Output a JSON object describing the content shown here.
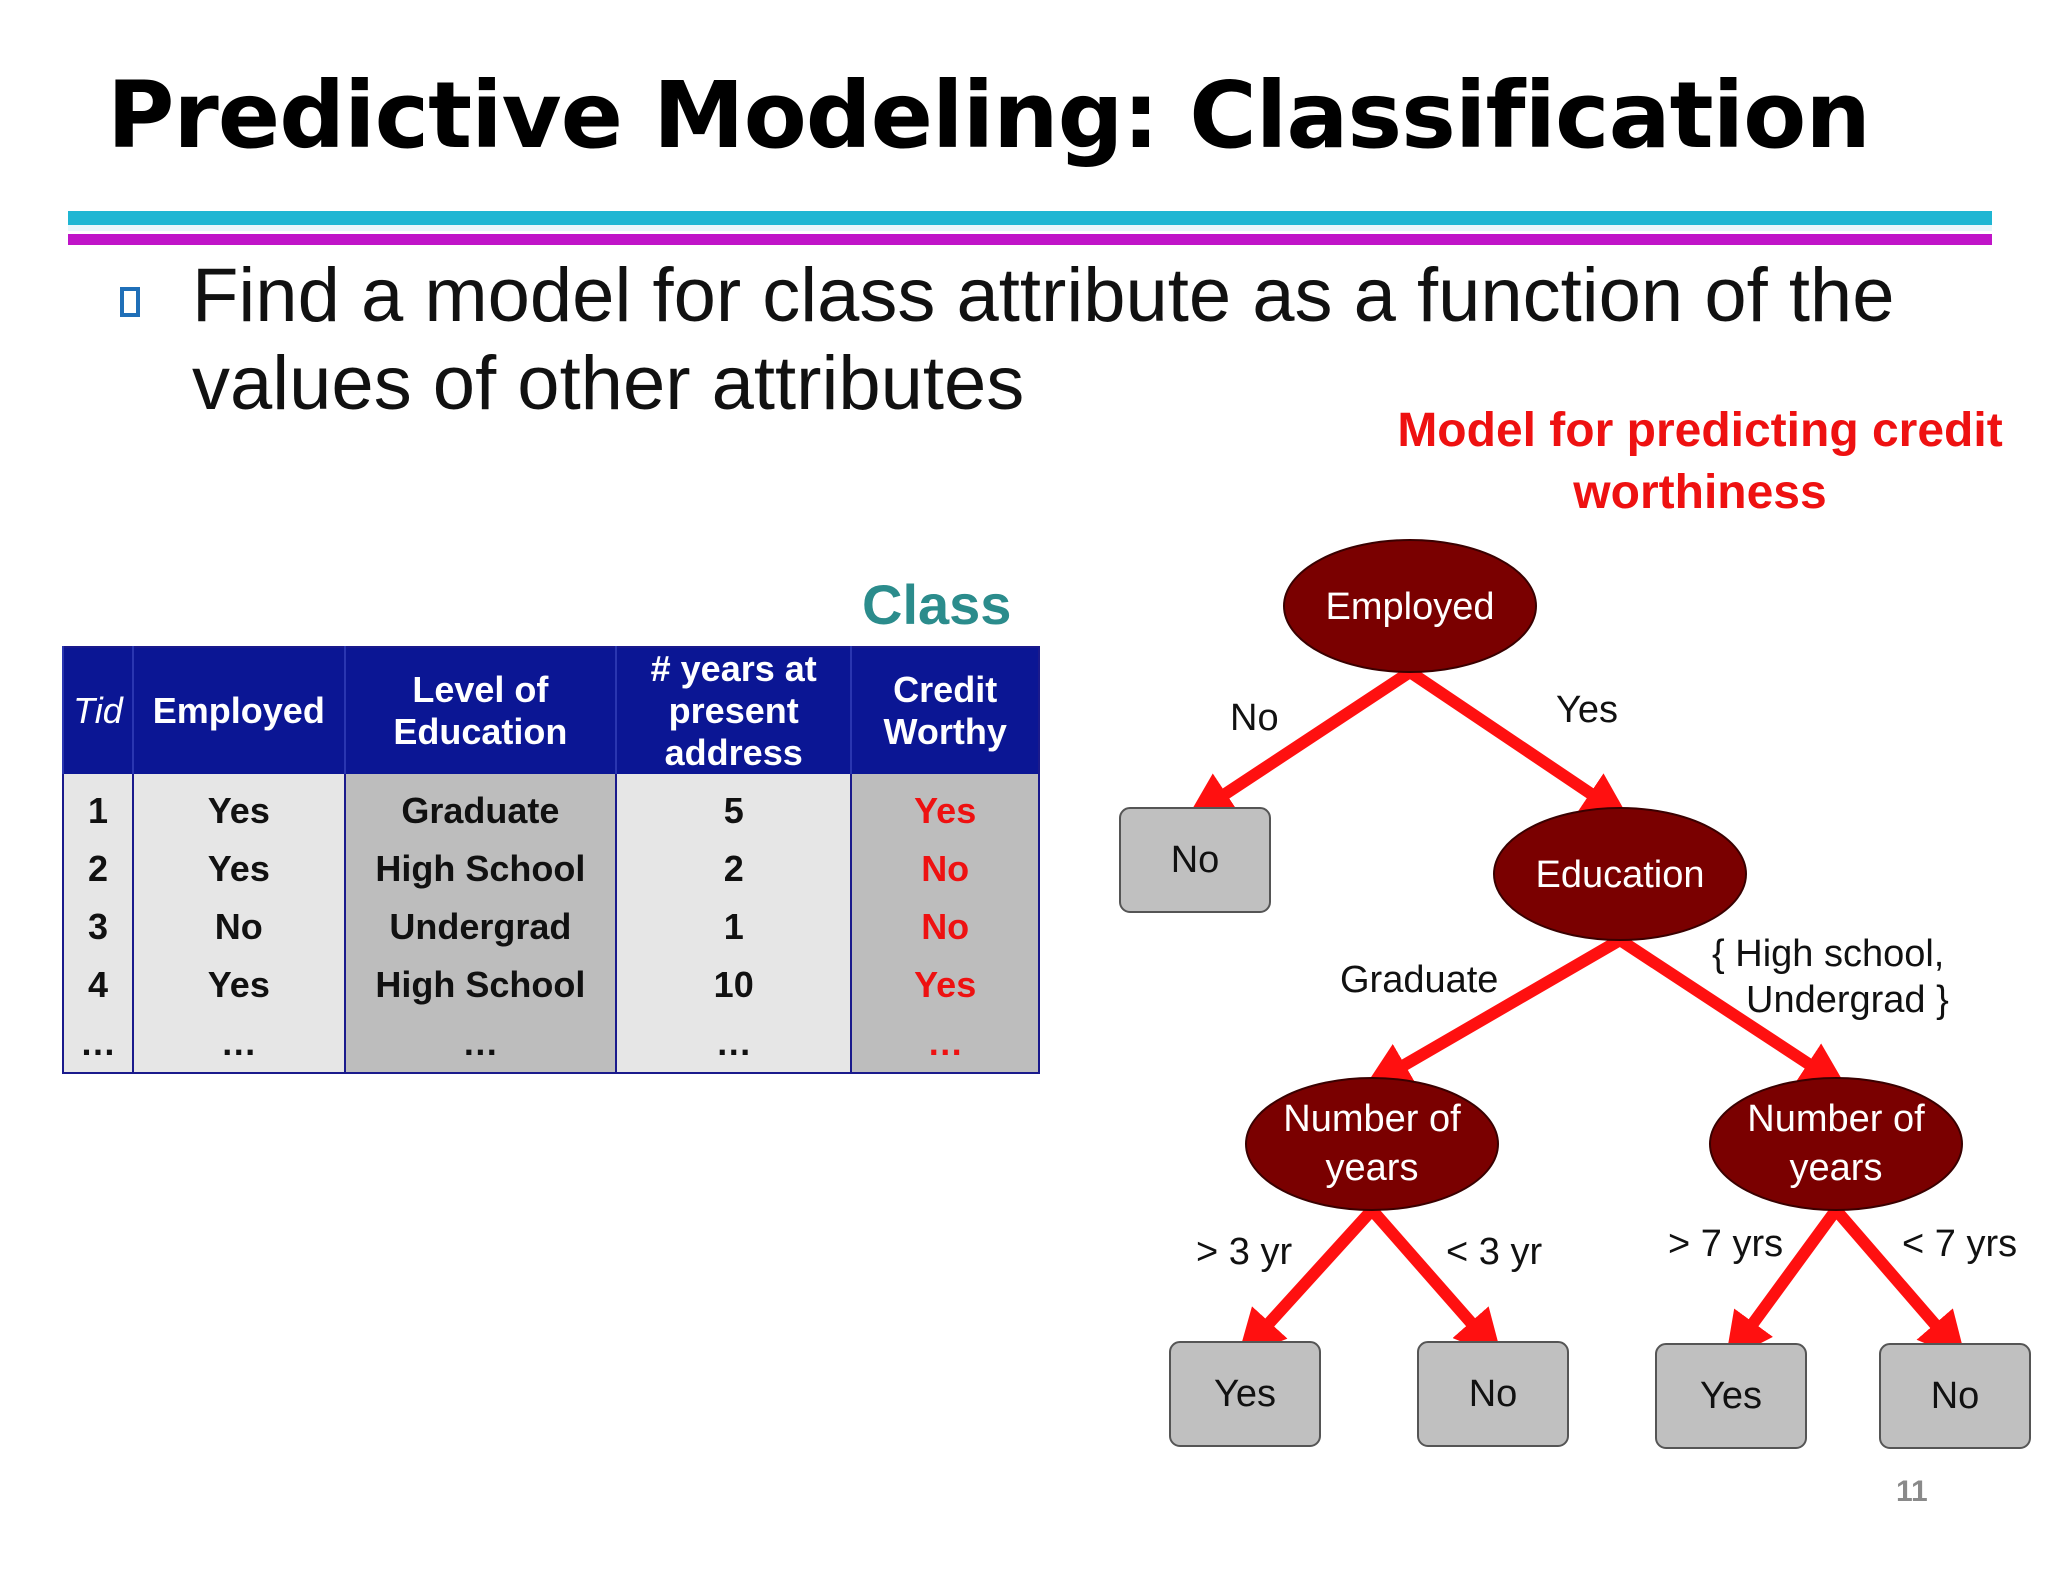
{
  "slide": {
    "title": "Predictive Modeling: Classification",
    "bullet": "Find a model  for class attribute as a function of the values of other attributes",
    "model_title_line1": "Model for predicting credit",
    "model_title_line2": "worthiness",
    "class_label": "Class",
    "page_number": "11"
  },
  "table": {
    "headers": {
      "tid": "Tid",
      "employed": "Employed",
      "education_l1": "Level of",
      "education_l2": "Education",
      "years_l1": "# years at",
      "years_l2": "present",
      "years_l3": "address",
      "credit_l1": "Credit",
      "credit_l2": "Worthy"
    },
    "rows": [
      {
        "tid": "1",
        "employed": "Yes",
        "education": "Graduate",
        "years": "5",
        "credit": "Yes"
      },
      {
        "tid": "2",
        "employed": "Yes",
        "education": "High School",
        "years": "2",
        "credit": "No"
      },
      {
        "tid": "3",
        "employed": "No",
        "education": "Undergrad",
        "years": "1",
        "credit": "No"
      },
      {
        "tid": "4",
        "employed": "Yes",
        "education": "High School",
        "years": "10",
        "credit": "Yes"
      },
      {
        "tid": "…",
        "employed": "…",
        "education": "…",
        "years": "…",
        "credit": "…"
      }
    ]
  },
  "tree": {
    "nodes": {
      "employed": "Employed",
      "education": "Education",
      "years_left_l1": "Number of",
      "years_left_l2": "years",
      "years_right_l1": "Number of",
      "years_right_l2": "years"
    },
    "leaves": {
      "employed_no": "No",
      "left_gt": "Yes",
      "left_lt": "No",
      "right_gt": "Yes",
      "right_lt": "No"
    },
    "edges": {
      "employed_no": "No",
      "employed_yes": "Yes",
      "education_graduate": "Graduate",
      "education_other_l1": "{ High school,",
      "education_other_l2": "Undergrad }",
      "left_gt": "> 3 yr",
      "left_lt": "< 3 yr",
      "right_gt": "> 7 yrs",
      "right_lt": "< 7 yrs"
    },
    "colors": {
      "node_fill": "#7a0000",
      "edge": "#ff1010",
      "leaf_fill": "#c0c0c0"
    }
  }
}
